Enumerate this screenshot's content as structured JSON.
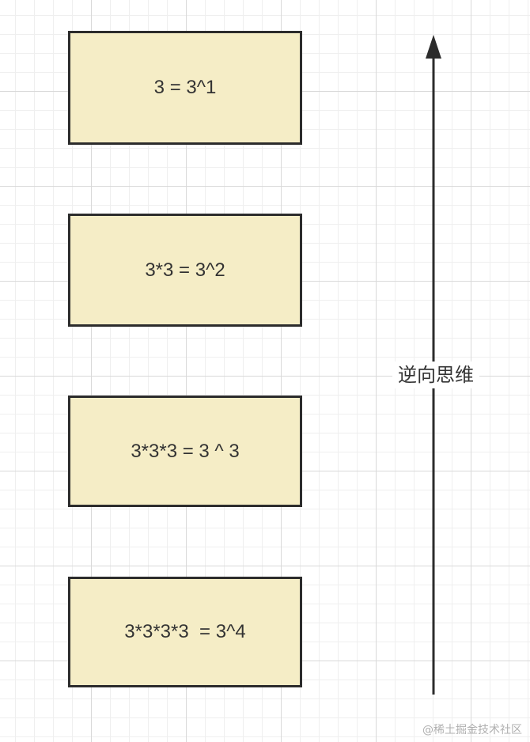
{
  "boxes": [
    {
      "label": "3 = 3^1"
    },
    {
      "label": "3*3 = 3^2"
    },
    {
      "label": "3*3*3 = 3 ^ 3"
    },
    {
      "label": "3*3*3*3  = 3^4"
    }
  ],
  "arrow": {
    "label": "逆向思维",
    "direction": "up"
  },
  "watermark": "@稀土掘金技术社区",
  "colors": {
    "box_fill": "#f5edc6",
    "box_border": "#2c2c2c",
    "text": "#333333"
  }
}
